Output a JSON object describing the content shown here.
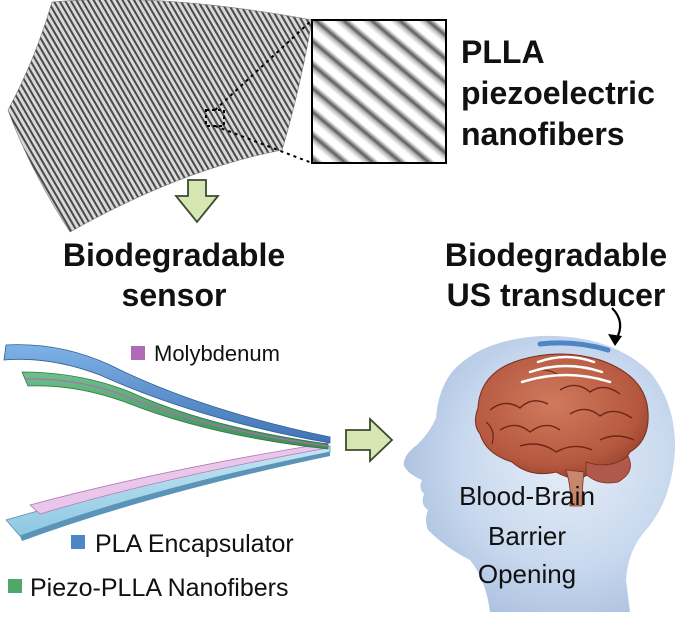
{
  "title_block": {
    "line1": "PLLA",
    "line2": "piezoelectric",
    "line3": "nanofibers"
  },
  "sensor_heading": {
    "line1": "Biodegradable",
    "line2": "sensor"
  },
  "transducer_heading": {
    "line1": "Biodegradable",
    "line2": "US transducer"
  },
  "legend": {
    "molybdenum": "Molybdenum",
    "pla": "PLA Encapsulator",
    "nanofibers": "Piezo-PLLA Nanofibers"
  },
  "outcome": {
    "line1": "Blood-Brain",
    "line2": "Barrier",
    "line3": "Opening"
  },
  "colors": {
    "molybdenum": "#b06ab8",
    "pla": "#4d86c6",
    "nanofibers": "#4fa86a",
    "arrow_fill": "#d6e7b4",
    "arrow_stroke": "#3c4a2e",
    "head_fill": "#c9d9ef",
    "brain": "#b5583f"
  },
  "icons": {
    "down_arrow": "down-arrow-icon",
    "right_arrow": "right-arrow-icon",
    "curved_arrow": "curved-arrow-icon"
  }
}
